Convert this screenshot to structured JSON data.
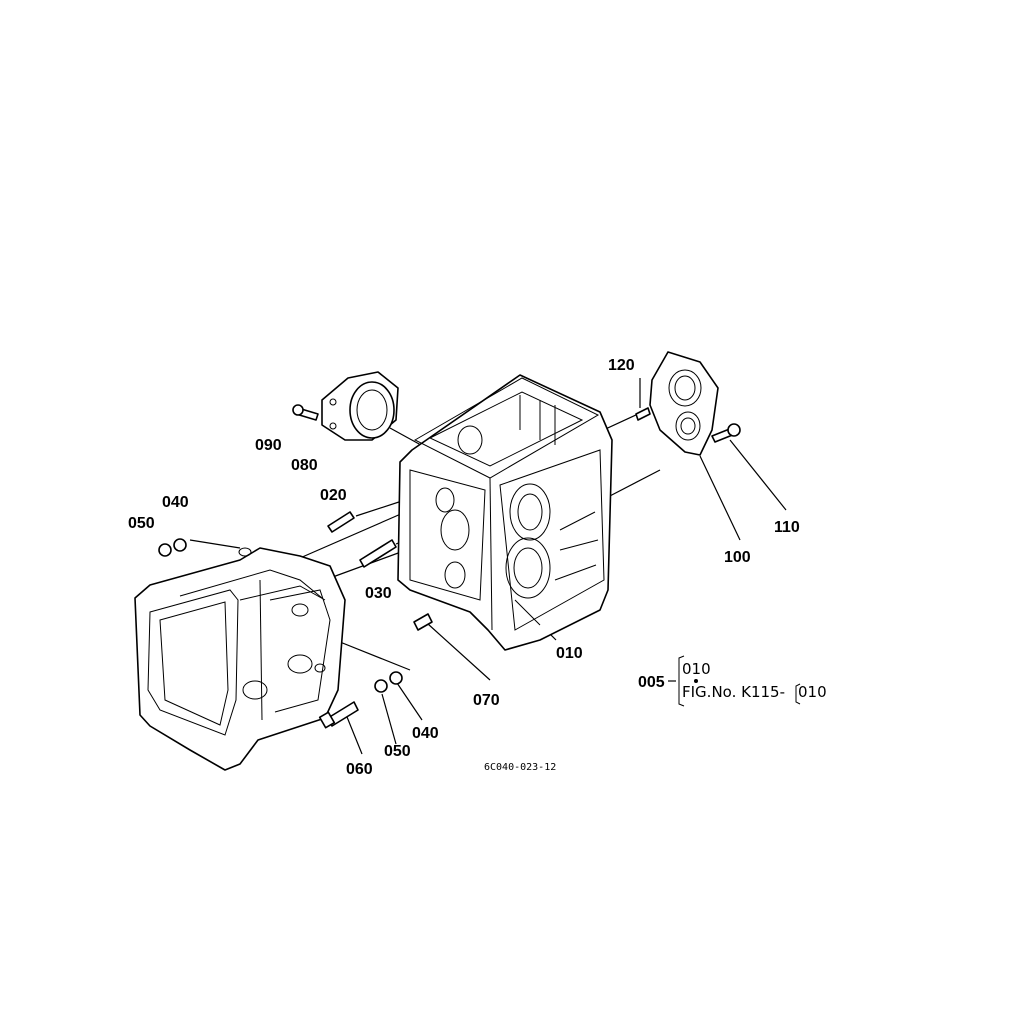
{
  "labels": {
    "l010": "010",
    "l020": "020",
    "l030": "030",
    "l040a": "040",
    "l040b": "040",
    "l050a": "050",
    "l050b": "050",
    "l060": "060",
    "l070": "070",
    "l080": "080",
    "l090": "090",
    "l100": "100",
    "l110": "110",
    "l120": "120"
  },
  "reference": {
    "assembly_no": "005",
    "item": "010",
    "fig_text": "FIG.No. K115-",
    "fig_item": "010"
  },
  "drawing_code": "6C040-023-12"
}
